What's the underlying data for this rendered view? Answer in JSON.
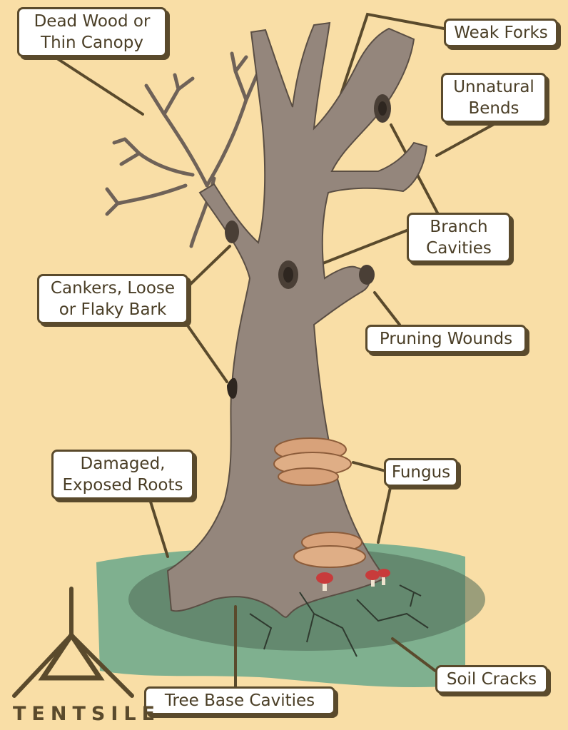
{
  "labels": {
    "dead_wood": [
      "Dead Wood or",
      "Thin Canopy"
    ],
    "weak_forks": [
      "Weak Forks"
    ],
    "unnatural_bends": [
      "Unnatural",
      "Bends"
    ],
    "branch_cavities": [
      "Branch",
      "Cavities"
    ],
    "cankers": [
      "Cankers, Loose",
      "or Flaky Bark"
    ],
    "pruning_wounds": [
      "Pruning Wounds"
    ],
    "fungus": [
      "Fungus"
    ],
    "damaged_roots": [
      "Damaged,",
      "Exposed Roots"
    ],
    "soil_cracks": [
      "Soil Cracks"
    ],
    "tree_base_cavities": [
      "Tree Base Cavities"
    ]
  },
  "brand": "TENTSILE",
  "colors": {
    "background": "#f9dea6",
    "label_border": "#5a4a2c",
    "leader_line": "#5a4a2c",
    "bark": "#94867c",
    "ground": "#7fb08f"
  }
}
